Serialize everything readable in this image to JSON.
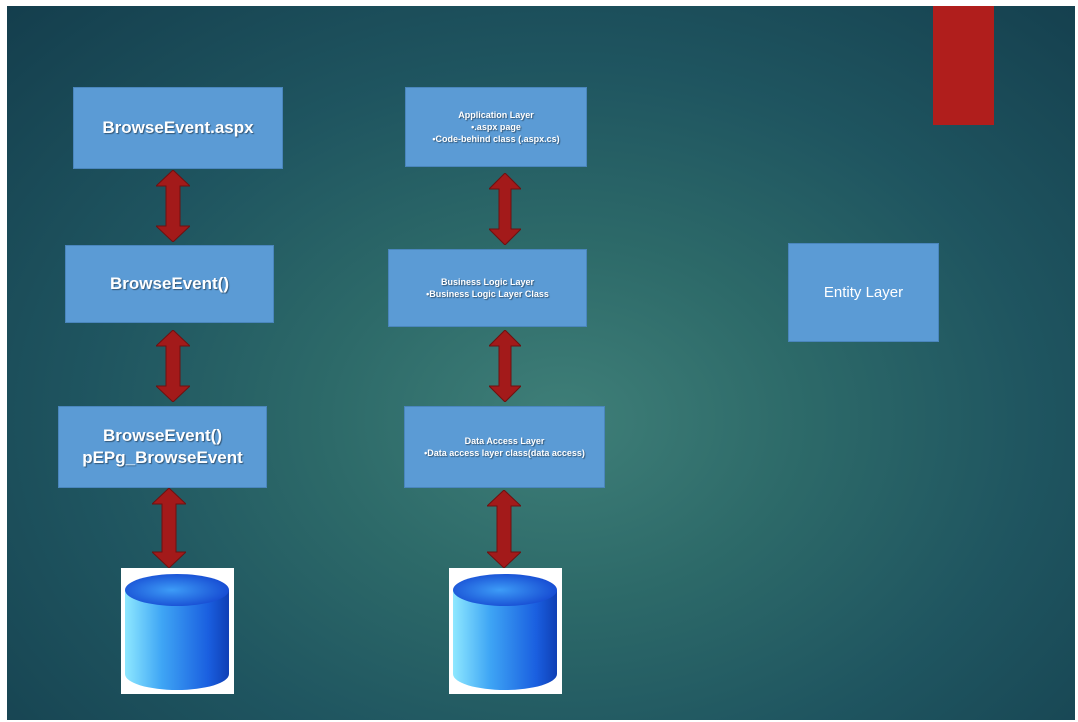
{
  "left_column": {
    "box1": "BrowseEvent.aspx",
    "box2": "BrowseEvent()",
    "box3_line1": "BrowseEvent()",
    "box3_line2": "pEPg_BrowseEvent"
  },
  "middle_column": {
    "app_layer": {
      "title": "Application Layer",
      "line1": "•.aspx  page",
      "line2": "•Code-behind class (.aspx.cs)"
    },
    "business_layer": {
      "title": "Business Logic Layer",
      "line1": "•Business Logic Layer Class"
    },
    "data_layer": {
      "title": "Data Access Layer",
      "line1": "•Data access layer class(data access)"
    }
  },
  "right_column": {
    "entity_layer": "Entity Layer"
  },
  "colors": {
    "box_fill": "#5b9bd5",
    "arrow": "#a31a1a",
    "accent": "#b01e1c",
    "db_fill": "#1e73e8"
  }
}
